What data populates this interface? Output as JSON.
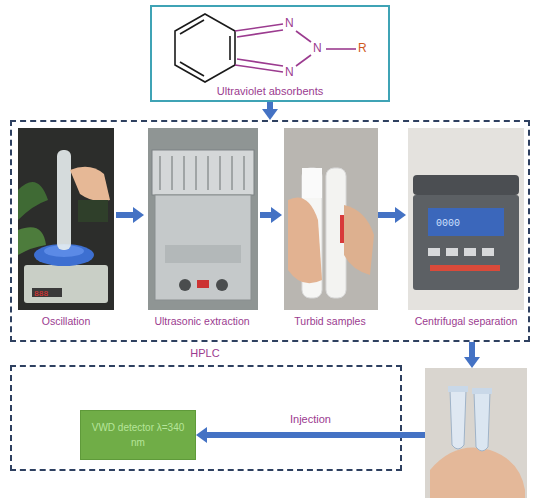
{
  "diagram": {
    "nodes": [
      {
        "text": [
          "Ultraviolet absorbents"
        ]
      },
      {
        "text": []
      },
      {
        "text": [
          "Oscillation"
        ],
        "in": 1
      },
      {
        "text": [
          "Ultrasonic extraction"
        ],
        "in": 1
      },
      {
        "text": [
          "Turbid samples"
        ],
        "in": 1
      },
      {
        "text": [
          "Centrifugal separation"
        ],
        "in": 1
      },
      {
        "text": [
          "HPLC"
        ]
      },
      {
        "text": [
          "VWD detector λ=340 nm"
        ],
        "in": 6
      },
      {
        "text": []
      }
    ],
    "edges": [
      {
        "from": 0,
        "to": 1,
        "arrow": "to"
      },
      {
        "from": 2,
        "to": 3,
        "arrow": "to"
      },
      {
        "from": 3,
        "to": 4,
        "arrow": "to"
      },
      {
        "from": 4,
        "to": 5,
        "arrow": "to"
      },
      {
        "from": 1,
        "to": 8,
        "arrow": "to"
      },
      {
        "from": 8,
        "to": 7,
        "label": "Injection",
        "arrow": "to"
      }
    ],
    "labels": [
      "N",
      "N",
      "N",
      "R"
    ]
  }
}
